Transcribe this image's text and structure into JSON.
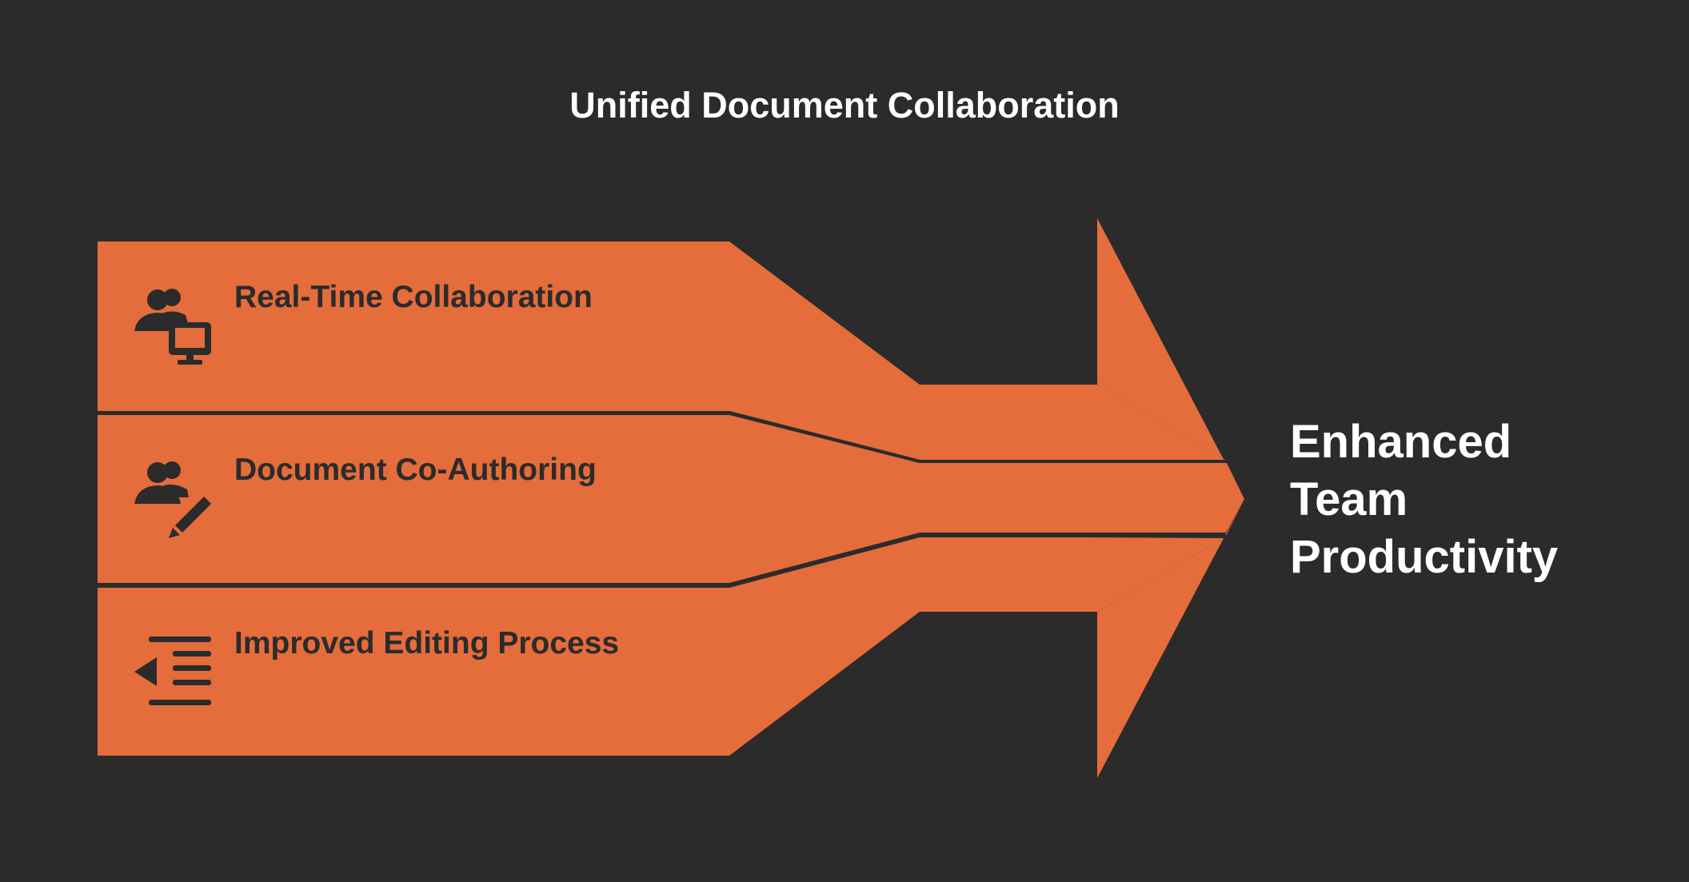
{
  "title": "Unified Document Collaboration",
  "inputs": [
    {
      "label": "Real-Time Collaboration",
      "icon": "users-monitor-icon"
    },
    {
      "label": "Document Co-Authoring",
      "icon": "users-pencil-icon"
    },
    {
      "label": "Improved Editing Process",
      "icon": "outdent-list-icon"
    }
  ],
  "outcome": {
    "lines": [
      "Enhanced",
      "Team",
      "Productivity"
    ]
  },
  "colors": {
    "background": "#2b2b2b",
    "accent": "#e56c3b",
    "dark": "#2b2b2b",
    "text_light": "#ffffff"
  }
}
